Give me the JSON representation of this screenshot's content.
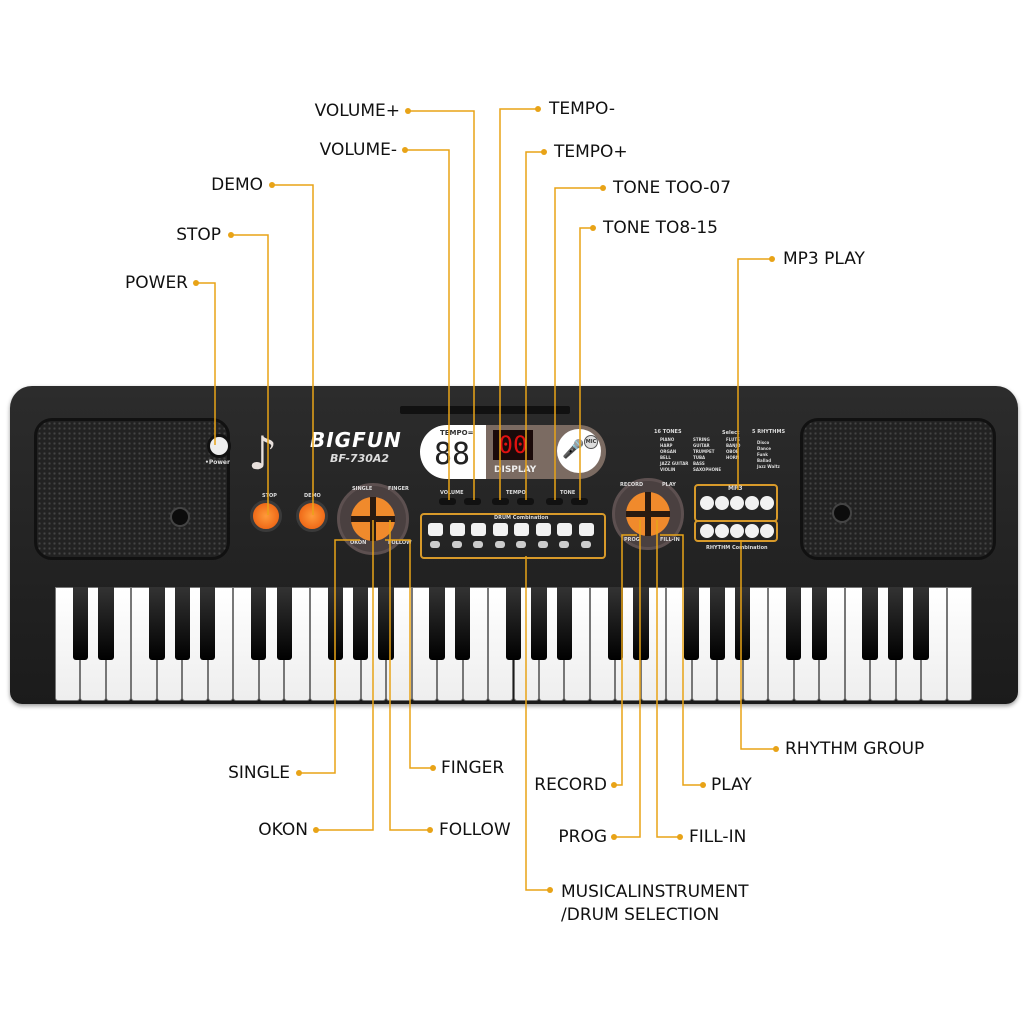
{
  "brand": {
    "name": "BIGFUN",
    "model": "BF-730A2"
  },
  "panel": {
    "power_label": "•Power",
    "tempo_label": "TEMPO=",
    "tempo_digits": "88",
    "display_digits": "00",
    "display_label": "DISPLAY",
    "mic_label": "MIC",
    "stop_label": "STOP",
    "demo_label": "DEMO",
    "volume_label": "VOLUME",
    "tempo_btn_label": "TEMPO",
    "tone_label": "TONE",
    "drum_label": "DRUM Combination",
    "mp3_label": "MP3",
    "rhythm_combo_label": "RHYTHM Combination",
    "tones_title": "16 TONES",
    "rhythms_title": "5 RHYTHMS",
    "select_label": "Select",
    "tones": [
      "PIANO",
      "HARP",
      "ORGAN",
      "BELL",
      "JAZZ GUITAR",
      "VIOLIN",
      "STRING",
      "GUITAR",
      "TRUMPET",
      "TUBA",
      "BASS",
      "SAXOPHONE",
      "FLUTE",
      "BANJO",
      "OBOE",
      "HORN"
    ],
    "rhythms": [
      "Disco",
      "Dance",
      "Funk",
      "Ballad",
      "Jazz Waltz"
    ],
    "dpad_left": [
      "SINGLE",
      "FINGER",
      "OKON",
      "FOLLOW"
    ],
    "dpad_right": [
      "RECORD",
      "PLAY",
      "PROG",
      "FILL-IN"
    ]
  },
  "callouts": {
    "volume_plus": "VOLUME+",
    "volume_minus": "VOLUME-",
    "demo": "DEMO",
    "stop": "STOP",
    "power": "POWER",
    "tempo_minus": "TEMPO-",
    "tempo_plus": "TEMPO+",
    "tone_00_07": "TONE TOO-07",
    "tone_08_15": "TONE TO8-15",
    "mp3_play": "MP3 PLAY",
    "single": "SINGLE",
    "okon": "OKON",
    "finger": "FINGER",
    "follow": "FOLLOW",
    "record": "RECORD",
    "prog": "PROG",
    "play": "PLAY",
    "fill_in": "FILL-IN",
    "rhythm_group": "RHYTHM GROUP",
    "instrument_line1": "MUSICALINSTRUMENT",
    "instrument_line2": "/DRUM SELECTION"
  },
  "colors": {
    "leader": "#e8a317",
    "accent_orange": "#f08a2c",
    "display_red": "#e01010"
  },
  "keyboard": {
    "white_keys": 36
  }
}
